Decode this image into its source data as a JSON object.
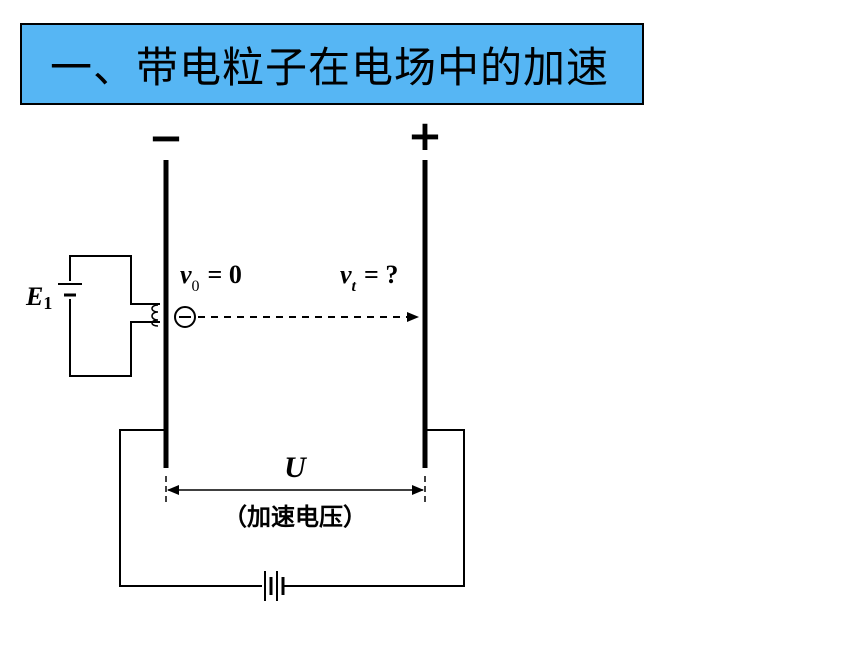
{
  "title": "一、带电粒子在电场中的加速",
  "diagram": {
    "minus_sign": "−",
    "plus_sign": "+",
    "v0_symbol": "v",
    "v0_sub": "0",
    "v0_rhs": "= 0",
    "vt_symbol": "v",
    "vt_sub": "t",
    "vt_rhs": "= ?",
    "e1_symbol": "E",
    "e1_sub": "1",
    "u_symbol": "U",
    "u_caption": "（加速电压）",
    "electron_sign": "−"
  }
}
